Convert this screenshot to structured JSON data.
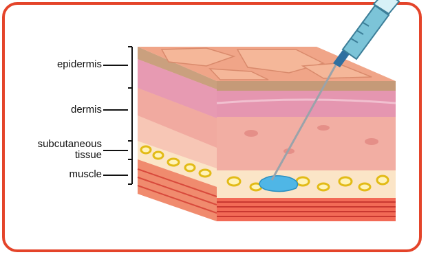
{
  "diagram": {
    "labels": {
      "epidermis": "epidermis",
      "dermis": "dermis",
      "subcutaneous": "subcutaneous\ntissue",
      "muscle": "muscle"
    },
    "colors": {
      "border": "#e4442a",
      "epidermis_top": "#f0a588",
      "dermis": "#f3b6aa",
      "subcutaneous": "#fbe6c8",
      "fat_cell": "#e8c21a",
      "muscle": "#e8534a",
      "injection_fluid": "#4fb6e6",
      "syringe": "#7cc4d8"
    },
    "icons": [
      "syringe-icon",
      "needle-icon"
    ]
  }
}
